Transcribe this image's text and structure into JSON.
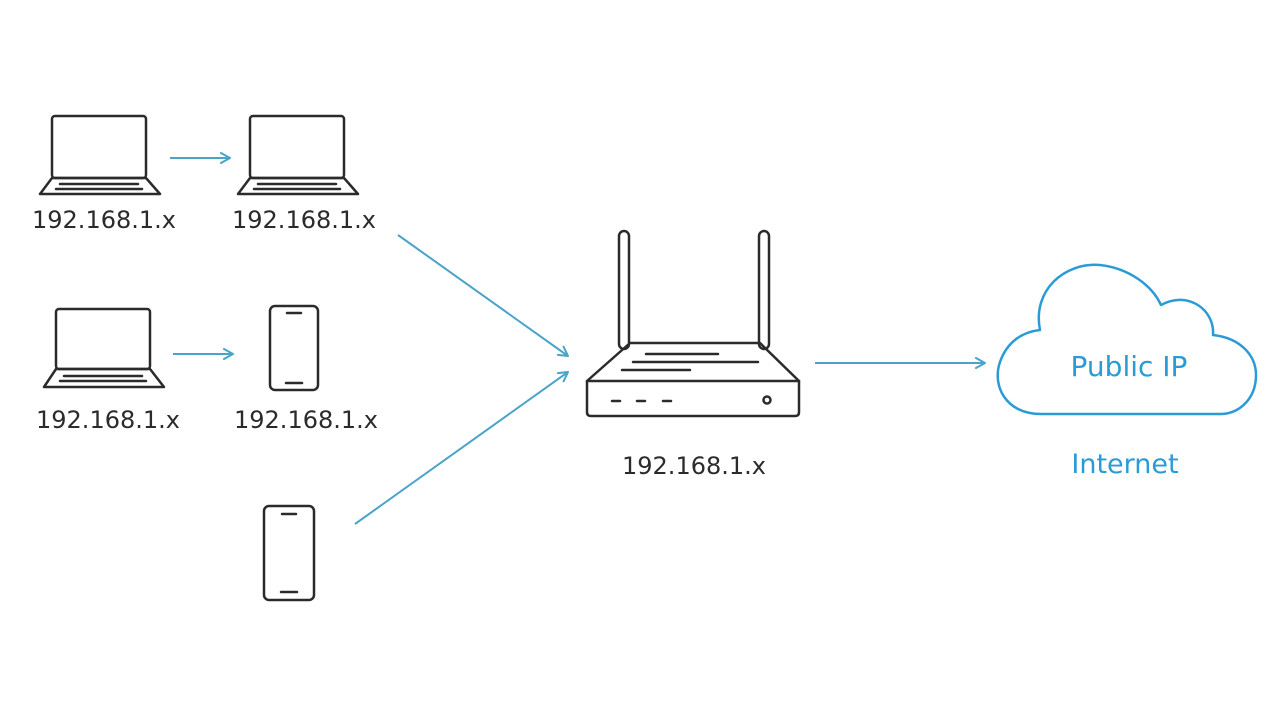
{
  "colors": {
    "device_stroke": "#2b2b2b",
    "connection": "#4aa3c8",
    "cloud": "#2b9bd6",
    "label_text": "#2b2b2b"
  },
  "devices": {
    "laptop_1": {
      "icon": "laptop-icon",
      "label": "192.168.1.x"
    },
    "laptop_2": {
      "icon": "laptop-icon",
      "label": "192.168.1.x"
    },
    "laptop_3": {
      "icon": "laptop-icon",
      "label": "192.168.1.x"
    },
    "phone_1": {
      "icon": "smartphone-icon",
      "label": "192.168.1.x"
    },
    "phone_2": {
      "icon": "smartphone-icon",
      "label": ""
    }
  },
  "router": {
    "icon": "router-icon",
    "label": "192.168.1.x"
  },
  "cloud": {
    "icon": "cloud-icon",
    "label": "Public IP",
    "caption": "Internet"
  }
}
